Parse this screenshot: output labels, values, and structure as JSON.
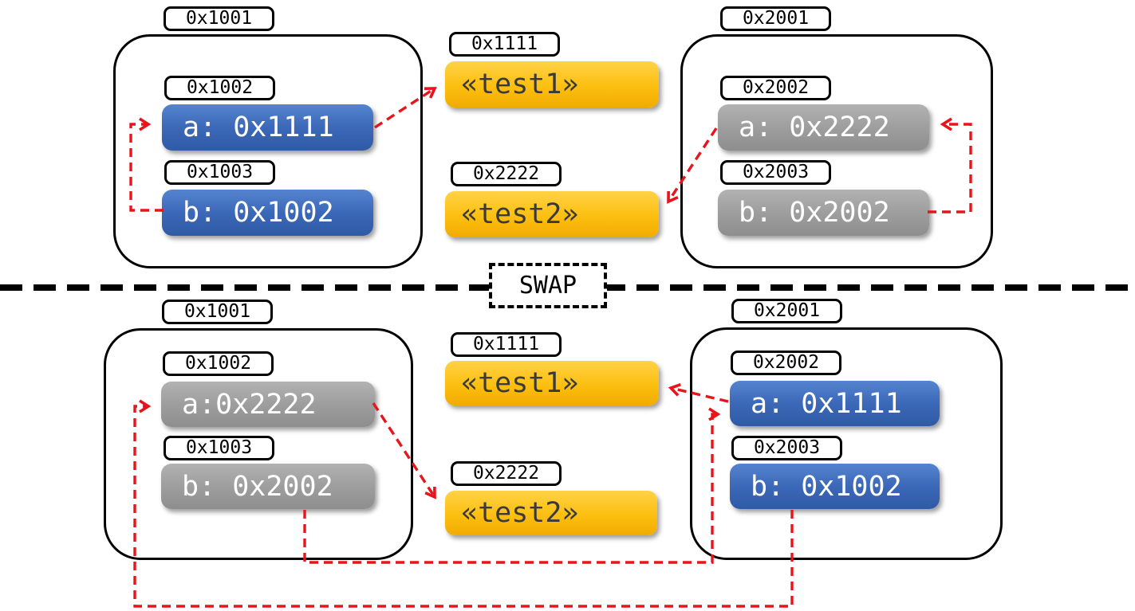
{
  "swap_label": "SWAP",
  "colors": {
    "pointer_red": "#e8141c",
    "var_blue": "#3b68b8",
    "var_gray": "#9e9e9e",
    "string_yellow": "#fcbf10",
    "outline_black": "#000000"
  },
  "top": {
    "left_frame": {
      "address": "0x1001",
      "vars": [
        {
          "address": "0x1002",
          "text": "a: 0x1111"
        },
        {
          "address": "0x1003",
          "text": "b: 0x1002"
        }
      ]
    },
    "strings": [
      {
        "address": "0x1111",
        "text": "«test1»"
      },
      {
        "address": "0x2222",
        "text": "«test2»"
      }
    ],
    "right_frame": {
      "address": "0x2001",
      "vars": [
        {
          "address": "0x2002",
          "text": "a: 0x2222"
        },
        {
          "address": "0x2003",
          "text": "b: 0x2002"
        }
      ]
    }
  },
  "bottom": {
    "left_frame": {
      "address": "0x1001",
      "vars": [
        {
          "address": "0x1002",
          "text": "a:0x2222"
        },
        {
          "address": "0x1003",
          "text": "b: 0x2002"
        }
      ]
    },
    "strings": [
      {
        "address": "0x1111",
        "text": "«test1»"
      },
      {
        "address": "0x2222",
        "text": "«test2»"
      }
    ],
    "right_frame": {
      "address": "0x2001",
      "vars": [
        {
          "address": "0x2002",
          "text": "a: 0x1111"
        },
        {
          "address": "0x2003",
          "text": "b: 0x1002"
        }
      ]
    }
  },
  "arrows": [
    {
      "from": "top.left_frame.b",
      "to": "top.left_frame.a"
    },
    {
      "from": "top.left_frame.a",
      "to": "heap.test1"
    },
    {
      "from": "top.right_frame.b",
      "to": "top.right_frame.a"
    },
    {
      "from": "top.right_frame.a",
      "to": "heap.test2"
    },
    {
      "from": "bottom.left_frame.a",
      "to": "heap.test2"
    },
    {
      "from": "bottom.right_frame.a",
      "to": "heap.test1"
    },
    {
      "from": "bottom.left_frame.b",
      "to": "bottom.right_frame.a"
    },
    {
      "from": "bottom.right_frame.b",
      "to": "bottom.left_frame.a"
    }
  ]
}
